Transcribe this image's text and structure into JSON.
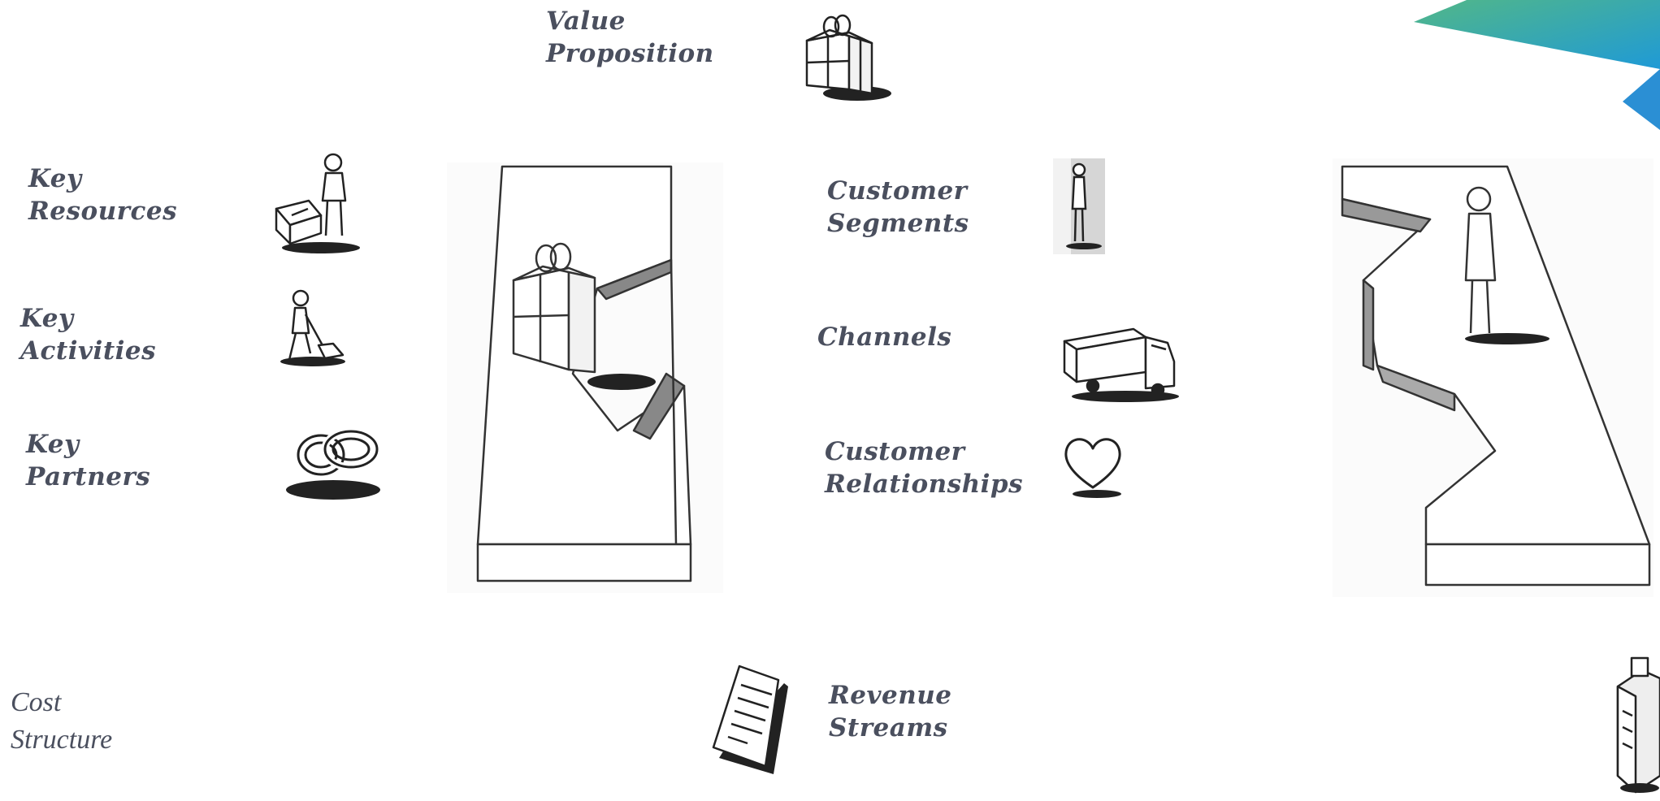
{
  "labels": {
    "value_proposition": [
      "Value",
      "Proposition"
    ],
    "key_resources": [
      "Key",
      "Resources"
    ],
    "key_activities": [
      "Key",
      "Activities"
    ],
    "key_partners": [
      "Key",
      "Partners"
    ],
    "customer_segments": [
      "Customer",
      "Segments"
    ],
    "channels": [
      "Channels"
    ],
    "customer_relationships": [
      "Customer",
      "Relationships"
    ],
    "cost_structure": [
      "Cost",
      "Structure"
    ],
    "revenue_streams": [
      "Revenue",
      "Streams"
    ]
  },
  "icons": [
    "gift-icon",
    "person-with-gift-icon",
    "person-digging-icon",
    "linked-rings-icon",
    "standing-person-icon",
    "truck-icon",
    "heart-icon",
    "receipt-icon",
    "cash-register-icon"
  ],
  "colors": {
    "text": "#4a4f5e",
    "corner_green": "#52b788",
    "corner_blue": "#2b8fd4"
  }
}
